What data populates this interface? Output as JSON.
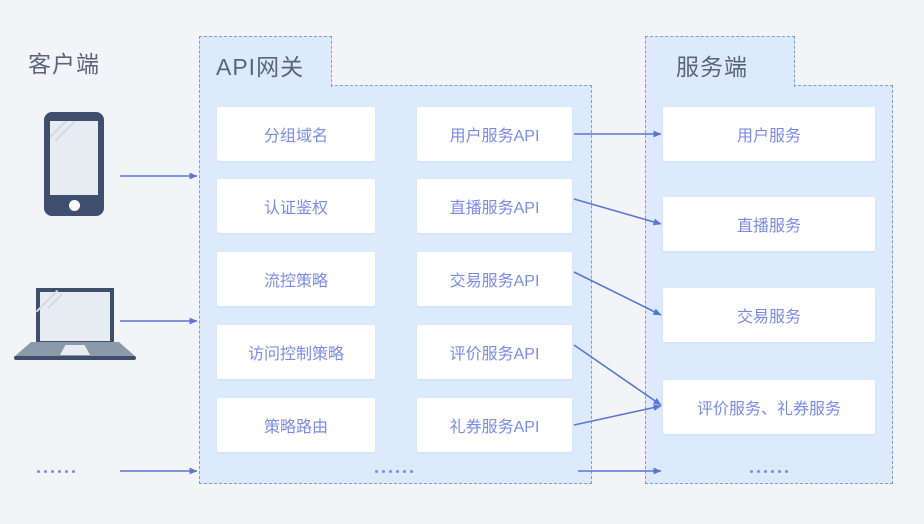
{
  "diagram": {
    "title_client": "客户端",
    "gateway": {
      "title": "API网关",
      "policy_items": [
        "分组域名",
        "认证鉴权",
        "流控策略",
        "访问控制策略",
        "策略路由"
      ],
      "api_items": [
        "用户服务API",
        "直播服务API",
        "交易服务API",
        "评价服务API",
        "礼券服务API"
      ],
      "more_label": "......"
    },
    "server": {
      "title": "服务端",
      "services": [
        "用户服务",
        "直播服务",
        "交易服务",
        "评价服务、礼券服务"
      ],
      "more_label": "......"
    },
    "client": {
      "devices": [
        "phone-icon",
        "laptop-icon"
      ],
      "more_label": "......"
    },
    "colors": {
      "background": "#f2f4f7",
      "group_fill": "#dceafb",
      "dashed_border": "#7c9ce8",
      "card_text": "#7b8ce6",
      "heading_text": "#5a6579",
      "arrow": "#5b75d6",
      "device_dark": "#3e4f6d",
      "device_screen": "#e6ecf1",
      "device_gray": "#8b9aa9"
    }
  }
}
